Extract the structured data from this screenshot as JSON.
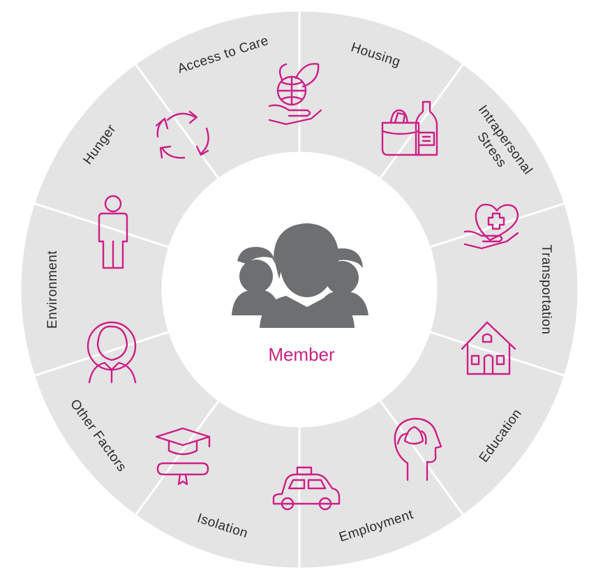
{
  "center": {
    "label": "Member",
    "icon": "people-group-icon"
  },
  "segments": [
    {
      "key": "environment",
      "label_lines": [
        "Environment"
      ],
      "icon": "globe-in-hand-leaves-icon"
    },
    {
      "key": "hunger",
      "label_lines": [
        "Hunger"
      ],
      "icon": "grocery-bag-bottle-icon"
    },
    {
      "key": "access",
      "label_lines": [
        "Access to Care"
      ],
      "icon": "heart-cross-in-hand-icon"
    },
    {
      "key": "housing",
      "label_lines": [
        "Housing"
      ],
      "icon": "house-icon"
    },
    {
      "key": "stress",
      "label_lines": [
        "Intrapersonal",
        "Stress"
      ],
      "icon": "head-lotus-icon"
    },
    {
      "key": "transport",
      "label_lines": [
        "Transportation"
      ],
      "icon": "taxi-car-icon"
    },
    {
      "key": "education",
      "label_lines": [
        "Education"
      ],
      "icon": "graduation-cap-diploma-icon"
    },
    {
      "key": "employment",
      "label_lines": [
        "Employment"
      ],
      "icon": "person-in-suit-icon"
    },
    {
      "key": "isolation",
      "label_lines": [
        "Isolation"
      ],
      "icon": "standing-person-icon"
    },
    {
      "key": "other",
      "label_lines": [
        "Other Factors"
      ],
      "icon": "recycle-arrows-icon"
    }
  ],
  "colors": {
    "segment": "#e4e4e4",
    "divider": "#ffffff",
    "accent": "#cc1f86",
    "people": "#6e6f71",
    "text": "#2b2b2b"
  }
}
